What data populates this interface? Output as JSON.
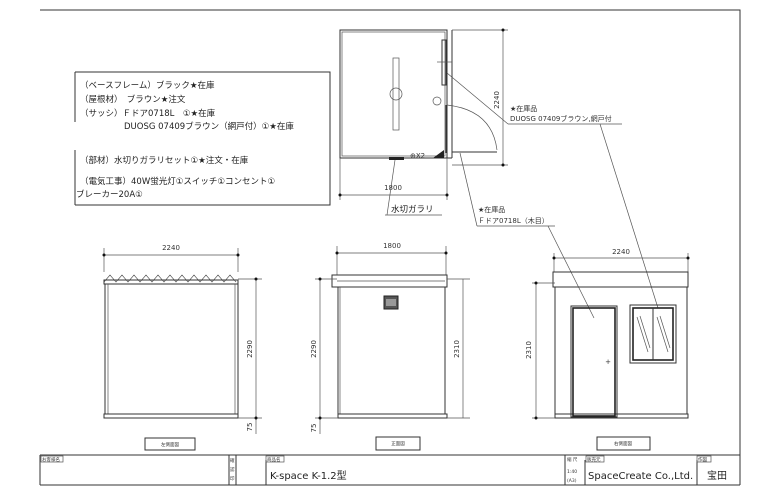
{
  "notes": {
    "base_frame": "（ベースフレーム）ブラック★在庫",
    "roof": "（屋根材）　ブラウン★注文",
    "sash_1": "（サッシ）Ｆドア0718L　①★在庫",
    "sash_2": "DUOSG 07409ブラウン（網戸付）①★在庫",
    "parts": "（部材）水切りガラリセット①★注文・在庫",
    "electrical": "（電気工事）40W蛍光灯①スイッチ①コンセント①",
    "breaker": "ブレーカー20A①"
  },
  "plan": {
    "depth_dim": "2240",
    "width_dim": "1800",
    "outlet_label": "⊕X2",
    "garari_label": "水切ガラリ",
    "window_callout_1": "★在庫品",
    "window_callout_2": "DUOSG 07409ブラウン,網戸付",
    "door_callout_1": "★在庫品",
    "door_callout_2": "Ｆドア0718L（木目）"
  },
  "left_elevation": {
    "width_dim": "2240",
    "height_dim": "2290",
    "base_dim": "75",
    "label": "左側面図"
  },
  "front_elevation": {
    "width_dim": "1800",
    "height_left_dim": "2290",
    "height_right_dim": "2310",
    "base_dim": "75",
    "label": "正面図"
  },
  "right_elevation": {
    "width_dim": "2240",
    "height_dim": "2310",
    "label": "右側面図"
  },
  "title_block": {
    "customer_label": "お客様名",
    "stamp_label": [
      "確",
      "認",
      "印"
    ],
    "product_label": "商品名",
    "product_value": "K-space K-1.2型",
    "scale_label": "縮 尺",
    "scale_value": "1:40",
    "paper_value": "(A3)",
    "seller_label": "販売元",
    "seller_value": "SpaceCreate Co.,Ltd.",
    "drafter_label": "作図",
    "drafter_value": "宝田"
  }
}
